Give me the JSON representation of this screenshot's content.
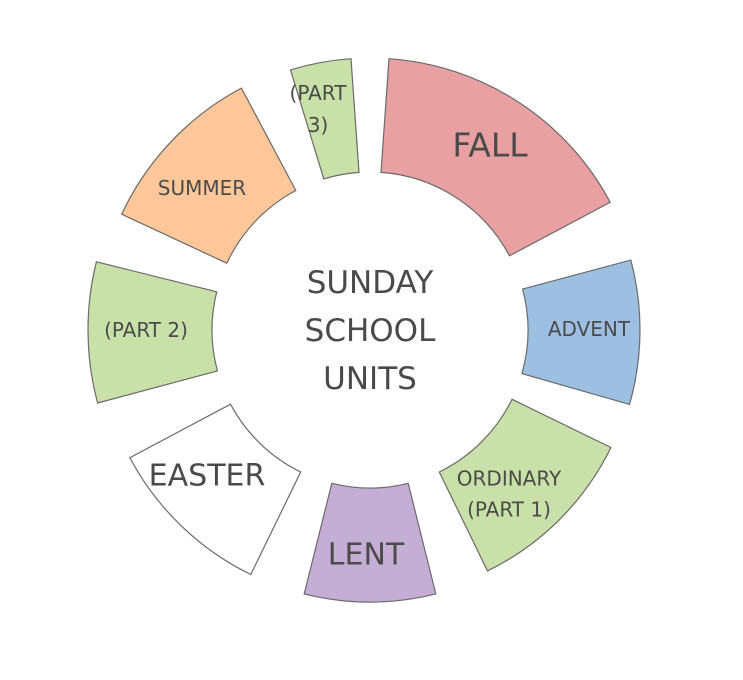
{
  "center_title": [
    "SUNDAY",
    "SCHOOL",
    "UNITS"
  ],
  "segments": [
    {
      "id": "fall",
      "lines": [
        "FALL"
      ],
      "color": "#e8a0a2"
    },
    {
      "id": "advent",
      "lines": [
        "ADVENT"
      ],
      "color": "#9dbfe2"
    },
    {
      "id": "ordinary-part-1",
      "lines": [
        "ORDINARY",
        "(PART 1)"
      ],
      "color": "#c9e1a9"
    },
    {
      "id": "lent",
      "lines": [
        "LENT"
      ],
      "color": "#c4aed6"
    },
    {
      "id": "easter",
      "lines": [
        "EASTER"
      ],
      "color": "#ffffff"
    },
    {
      "id": "part-2",
      "lines": [
        "(PART 2)"
      ],
      "color": "#c9e1a9"
    },
    {
      "id": "summer",
      "lines": [
        "SUMMER"
      ],
      "color": "#fdc79a"
    },
    {
      "id": "part-3",
      "lines": [
        "(PART",
        "3)"
      ],
      "color": "#c9e1a9"
    }
  ]
}
